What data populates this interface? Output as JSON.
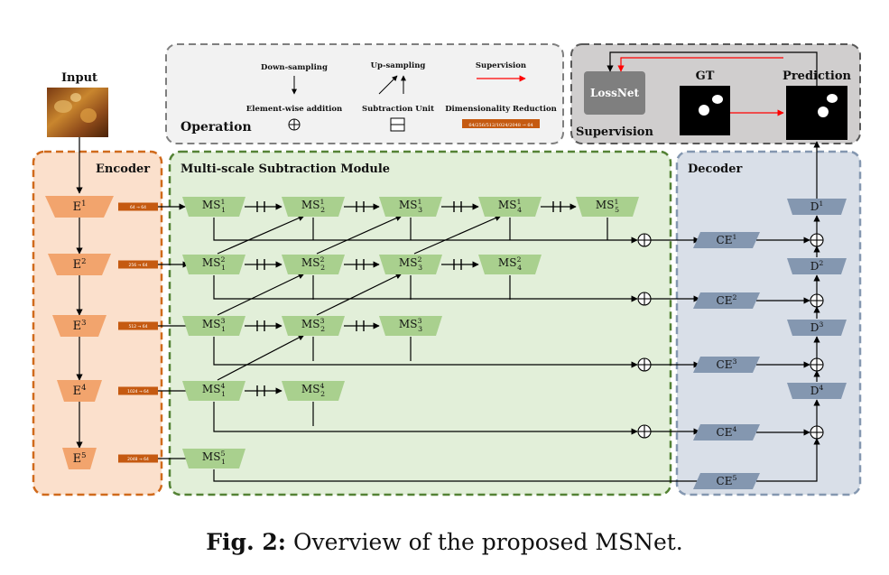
{
  "input": {
    "label": "Input"
  },
  "operation": {
    "title": "Operation",
    "downsampling": "Down-sampling",
    "upsampling": "Up-sampling",
    "supervision": "Supervision",
    "elementwise": "Element-wise addition",
    "subtraction": "Subtraction Unit",
    "dimred": "Dimensionality Reduction",
    "dimred_chip": "64/256/512/1024/2048 → 64"
  },
  "supervision_panel": {
    "title": "Supervision",
    "lossnet": "LossNet",
    "gt": "GT",
    "prediction": "Prediction"
  },
  "encoder": {
    "title": "Encoder",
    "blocks": [
      {
        "base": "E",
        "sup": "1",
        "chip": "64 → 64"
      },
      {
        "base": "E",
        "sup": "2",
        "chip": "256 → 64"
      },
      {
        "base": "E",
        "sup": "3",
        "chip": "512 → 64"
      },
      {
        "base": "E",
        "sup": "4",
        "chip": "1024 → 64"
      },
      {
        "base": "E",
        "sup": "5",
        "chip": "2048 → 64"
      }
    ]
  },
  "msm": {
    "title": "Multi-scale Subtraction Module",
    "rows": [
      [
        {
          "sup": "1",
          "sub": "1"
        },
        {
          "sup": "1",
          "sub": "2"
        },
        {
          "sup": "1",
          "sub": "3"
        },
        {
          "sup": "1",
          "sub": "4"
        },
        {
          "sup": "1",
          "sub": "5"
        }
      ],
      [
        {
          "sup": "2",
          "sub": "1"
        },
        {
          "sup": "2",
          "sub": "2"
        },
        {
          "sup": "2",
          "sub": "3"
        },
        {
          "sup": "2",
          "sub": "4"
        }
      ],
      [
        {
          "sup": "3",
          "sub": "1"
        },
        {
          "sup": "3",
          "sub": "2"
        },
        {
          "sup": "3",
          "sub": "3"
        }
      ],
      [
        {
          "sup": "4",
          "sub": "1"
        },
        {
          "sup": "4",
          "sub": "2"
        }
      ],
      [
        {
          "sup": "5",
          "sub": "1"
        }
      ]
    ]
  },
  "decoder": {
    "title": "Decoder",
    "d_blocks": [
      {
        "base": "D",
        "sup": "1"
      },
      {
        "base": "D",
        "sup": "2"
      },
      {
        "base": "D",
        "sup": "3"
      },
      {
        "base": "D",
        "sup": "4"
      }
    ],
    "ce_blocks": [
      {
        "base": "CE",
        "sup": "1"
      },
      {
        "base": "CE",
        "sup": "2"
      },
      {
        "base": "CE",
        "sup": "3"
      },
      {
        "base": "CE",
        "sup": "4"
      },
      {
        "base": "CE",
        "sup": "5"
      }
    ]
  },
  "caption": {
    "prefix": "Fig. 2:",
    "text": " Overview of the proposed MSNet."
  },
  "colors": {
    "encoder_fill": "#f2a46d",
    "encoder_bg": "#fbe0cc",
    "encoder_border": "#d06a1c",
    "chip": "#c55a11",
    "ms_fill": "#a9d08e",
    "msm_bg": "#e2efd9",
    "msm_border": "#548235",
    "dec_fill": "#8497b0",
    "dec_bg": "#d9dfe8",
    "dec_border": "#8497b0",
    "supervision": "#ff0000"
  }
}
